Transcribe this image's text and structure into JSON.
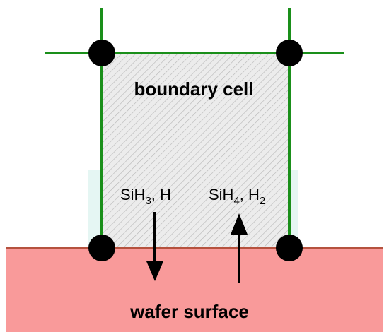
{
  "diagram": {
    "cell_label": "boundary cell",
    "surface_label": "wafer surface",
    "incoming_species": {
      "a": "SiH",
      "a_sub": "3",
      "a_sep": ", H"
    },
    "outgoing_species": {
      "a": "SiH",
      "a_sub": "4",
      "a_sep": ", H",
      "b_sub": "2"
    },
    "colors": {
      "grid_line": "#1a8f1a",
      "wafer_fill": "#f99a9a",
      "wafer_edge": "#b5523e",
      "node": "#000000",
      "hatch": "#b8b8b8",
      "cell_fill": "#e9e9e9",
      "cyan_tint": "#e6f7f5"
    },
    "icons": {
      "grid_node": "filled-circle",
      "arrow_down": "arrow-down-icon",
      "arrow_up": "arrow-up-icon"
    }
  }
}
